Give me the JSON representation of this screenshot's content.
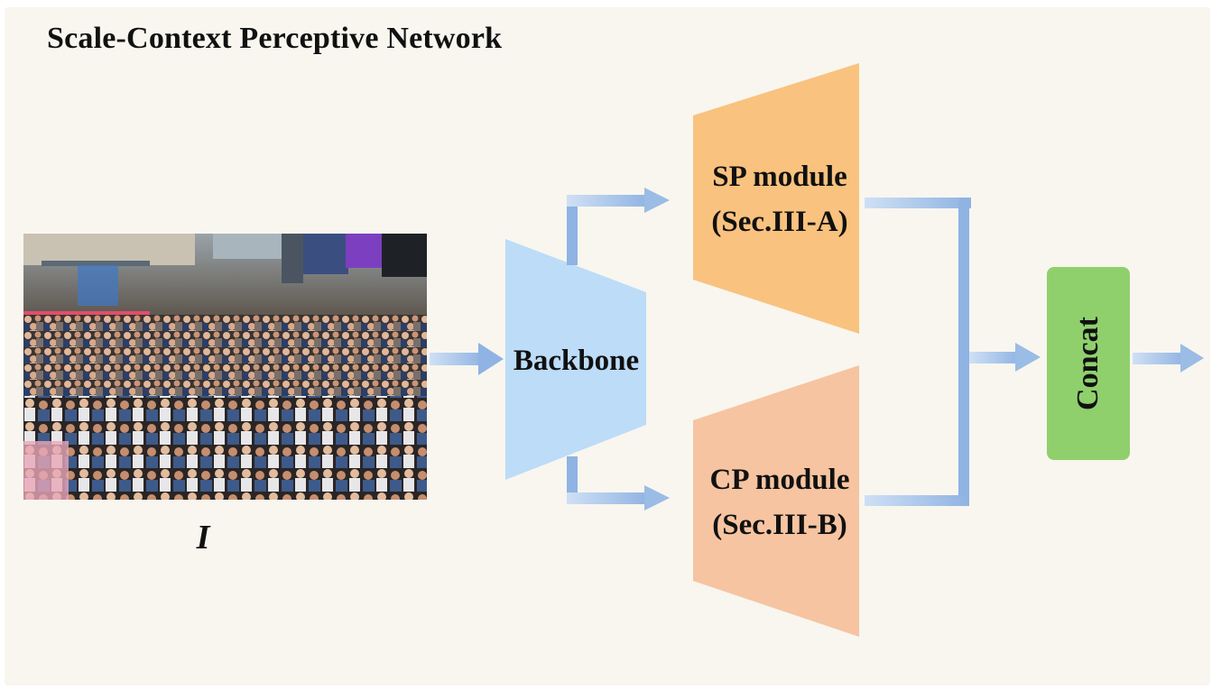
{
  "title": "Scale-Context Perceptive Network",
  "input": {
    "label": "I",
    "image": "crowd-photo"
  },
  "blocks": {
    "backbone": {
      "label": "Backbone",
      "color": "#bcdcf8"
    },
    "sp_module": {
      "line1": "SP module",
      "line2": "(Sec.III-A)",
      "color": "#f9c27e"
    },
    "cp_module": {
      "line1": "CP module",
      "line2": "(Sec.III-B)",
      "color": "#f6c4a1"
    },
    "concat": {
      "label": "Concat",
      "color": "#8fd06d"
    }
  },
  "arrow_color": "#9bbce4"
}
